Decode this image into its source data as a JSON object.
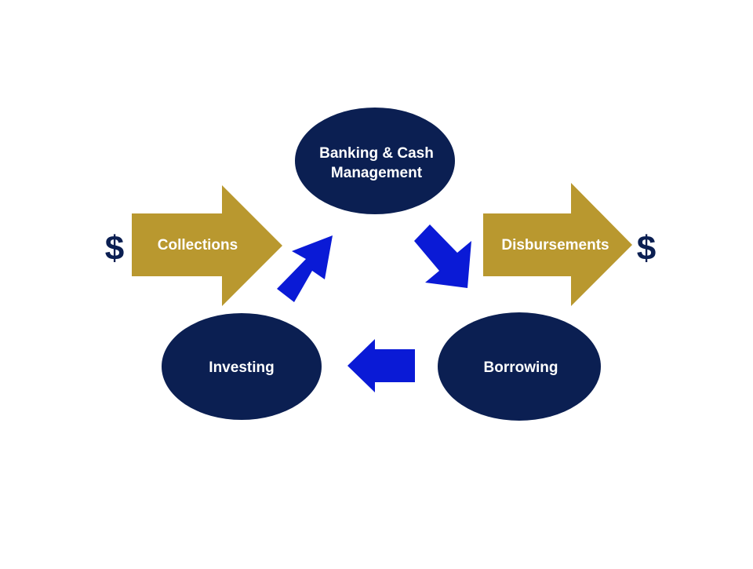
{
  "colors": {
    "background": "#ffffff",
    "node_fill": "#0b1f52",
    "flow_arrow_fill": "#b9982f",
    "cycle_arrow_fill": "#0a1ad6",
    "dollar_color": "#0b1f52",
    "node_text": "#ffffff"
  },
  "nodes": {
    "banking": {
      "line1": "Banking & Cash",
      "line2": "Management"
    },
    "investing": {
      "label": "Investing"
    },
    "borrowing": {
      "label": "Borrowing"
    }
  },
  "flows": {
    "collections": {
      "label": "Collections",
      "symbol": "$"
    },
    "disbursements": {
      "label": "Disbursements",
      "symbol": "$"
    }
  },
  "icons": {
    "cycle_arrows": [
      "arrow-up-right-icon",
      "arrow-down-right-icon",
      "arrow-left-icon"
    ],
    "currency": "dollar-icon"
  }
}
